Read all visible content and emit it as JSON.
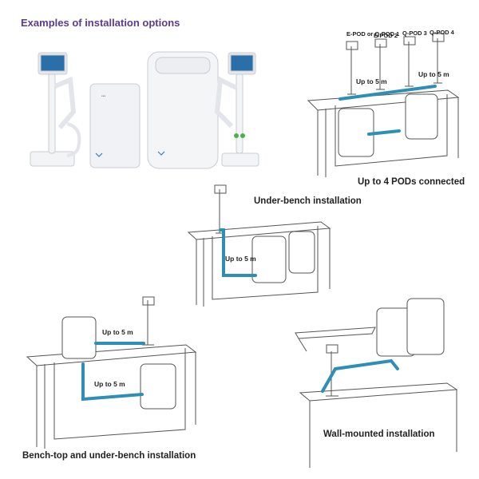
{
  "header": {
    "title": "Examples of installation options"
  },
  "panels": {
    "multi_pod": {
      "caption": "Up to 4 PODs connected",
      "pod_labels": [
        "E-POD or Q-POD 1",
        "E-POD 2",
        "Q-POD 3",
        "Q-POD 4"
      ],
      "distance": "Up to 5 m",
      "distance2": "Up to 5 m"
    },
    "under_bench": {
      "caption": "Under-bench installation",
      "distance": "Up to 5 m"
    },
    "bench_top": {
      "caption": "Bench-top and under-bench installation",
      "distance_top": "Up to 5 m",
      "distance_under": "Up to 5 m"
    },
    "wall_mounted": {
      "caption": "Wall-mounted installation"
    }
  },
  "colors": {
    "title": "#5b3b8c",
    "tube": "#2e8fb5",
    "outline": "#555555"
  }
}
